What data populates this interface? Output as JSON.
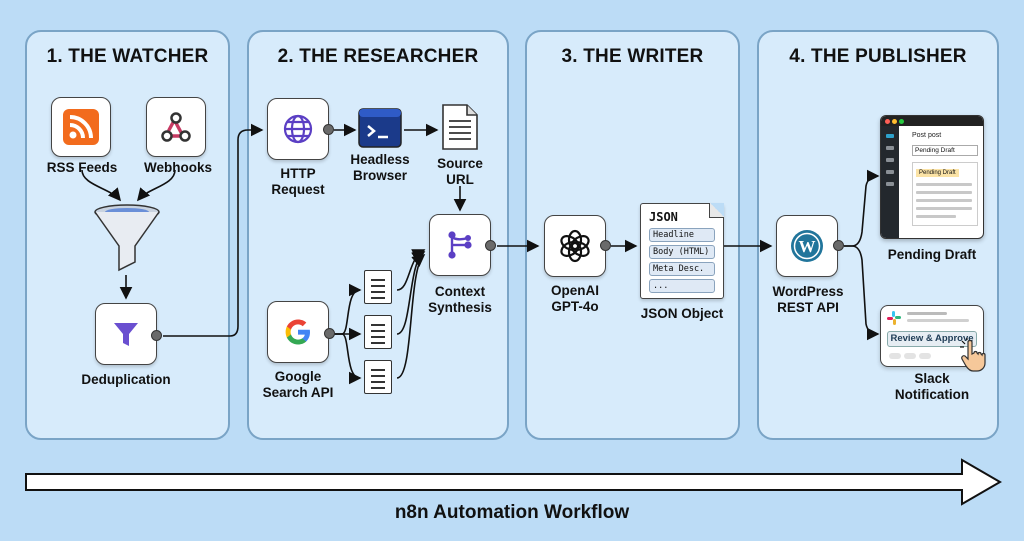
{
  "panels": [
    {
      "title": "1. THE WATCHER"
    },
    {
      "title": "2. THE RESEARCHER"
    },
    {
      "title": "3. THE WRITER"
    },
    {
      "title": "4. THE PUBLISHER"
    }
  ],
  "watcher": {
    "rss_label": "RSS Feeds",
    "webhooks_label": "Webhooks",
    "dedup_label": "Deduplication"
  },
  "researcher": {
    "http_label_1": "HTTP",
    "http_label_2": "Request",
    "browser_label_1": "Headless",
    "browser_label_2": "Browser",
    "source_label_1": "Source",
    "source_label_2": "URL",
    "google_label_1": "Google",
    "google_label_2": "Search API",
    "synthesis_label_1": "Context",
    "synthesis_label_2": "Synthesis"
  },
  "writer": {
    "openai_label_1": "OpenAI",
    "openai_label_2": "GPT-4o",
    "json_title": "JSON",
    "json_fields": [
      "Headline",
      "Body (HTML)",
      "Meta Desc.",
      "..."
    ],
    "json_label": "JSON Object"
  },
  "publisher": {
    "wp_label_1": "WordPress",
    "wp_label_2": "REST API",
    "wp_window_title": "Post post",
    "wp_input_value": "Pending Draft",
    "wp_badge": "Pending Draft",
    "draft_label": "Pending Draft",
    "slack_button": "Review & Approve",
    "slack_label_1": "Slack",
    "slack_label_2": "Notification"
  },
  "footer": {
    "label": "n8n Automation Workflow"
  },
  "colors": {
    "background": "#bcdcf6",
    "panel": "#d7ebfb",
    "rss": "#f26b1d",
    "webhook": "#c73a63",
    "funnel": "#6a4fd0",
    "http_globe": "#5b3fc4",
    "browser": "#1b3a8a",
    "synthesis": "#5b3fc4",
    "wordpress": "#21759b"
  }
}
